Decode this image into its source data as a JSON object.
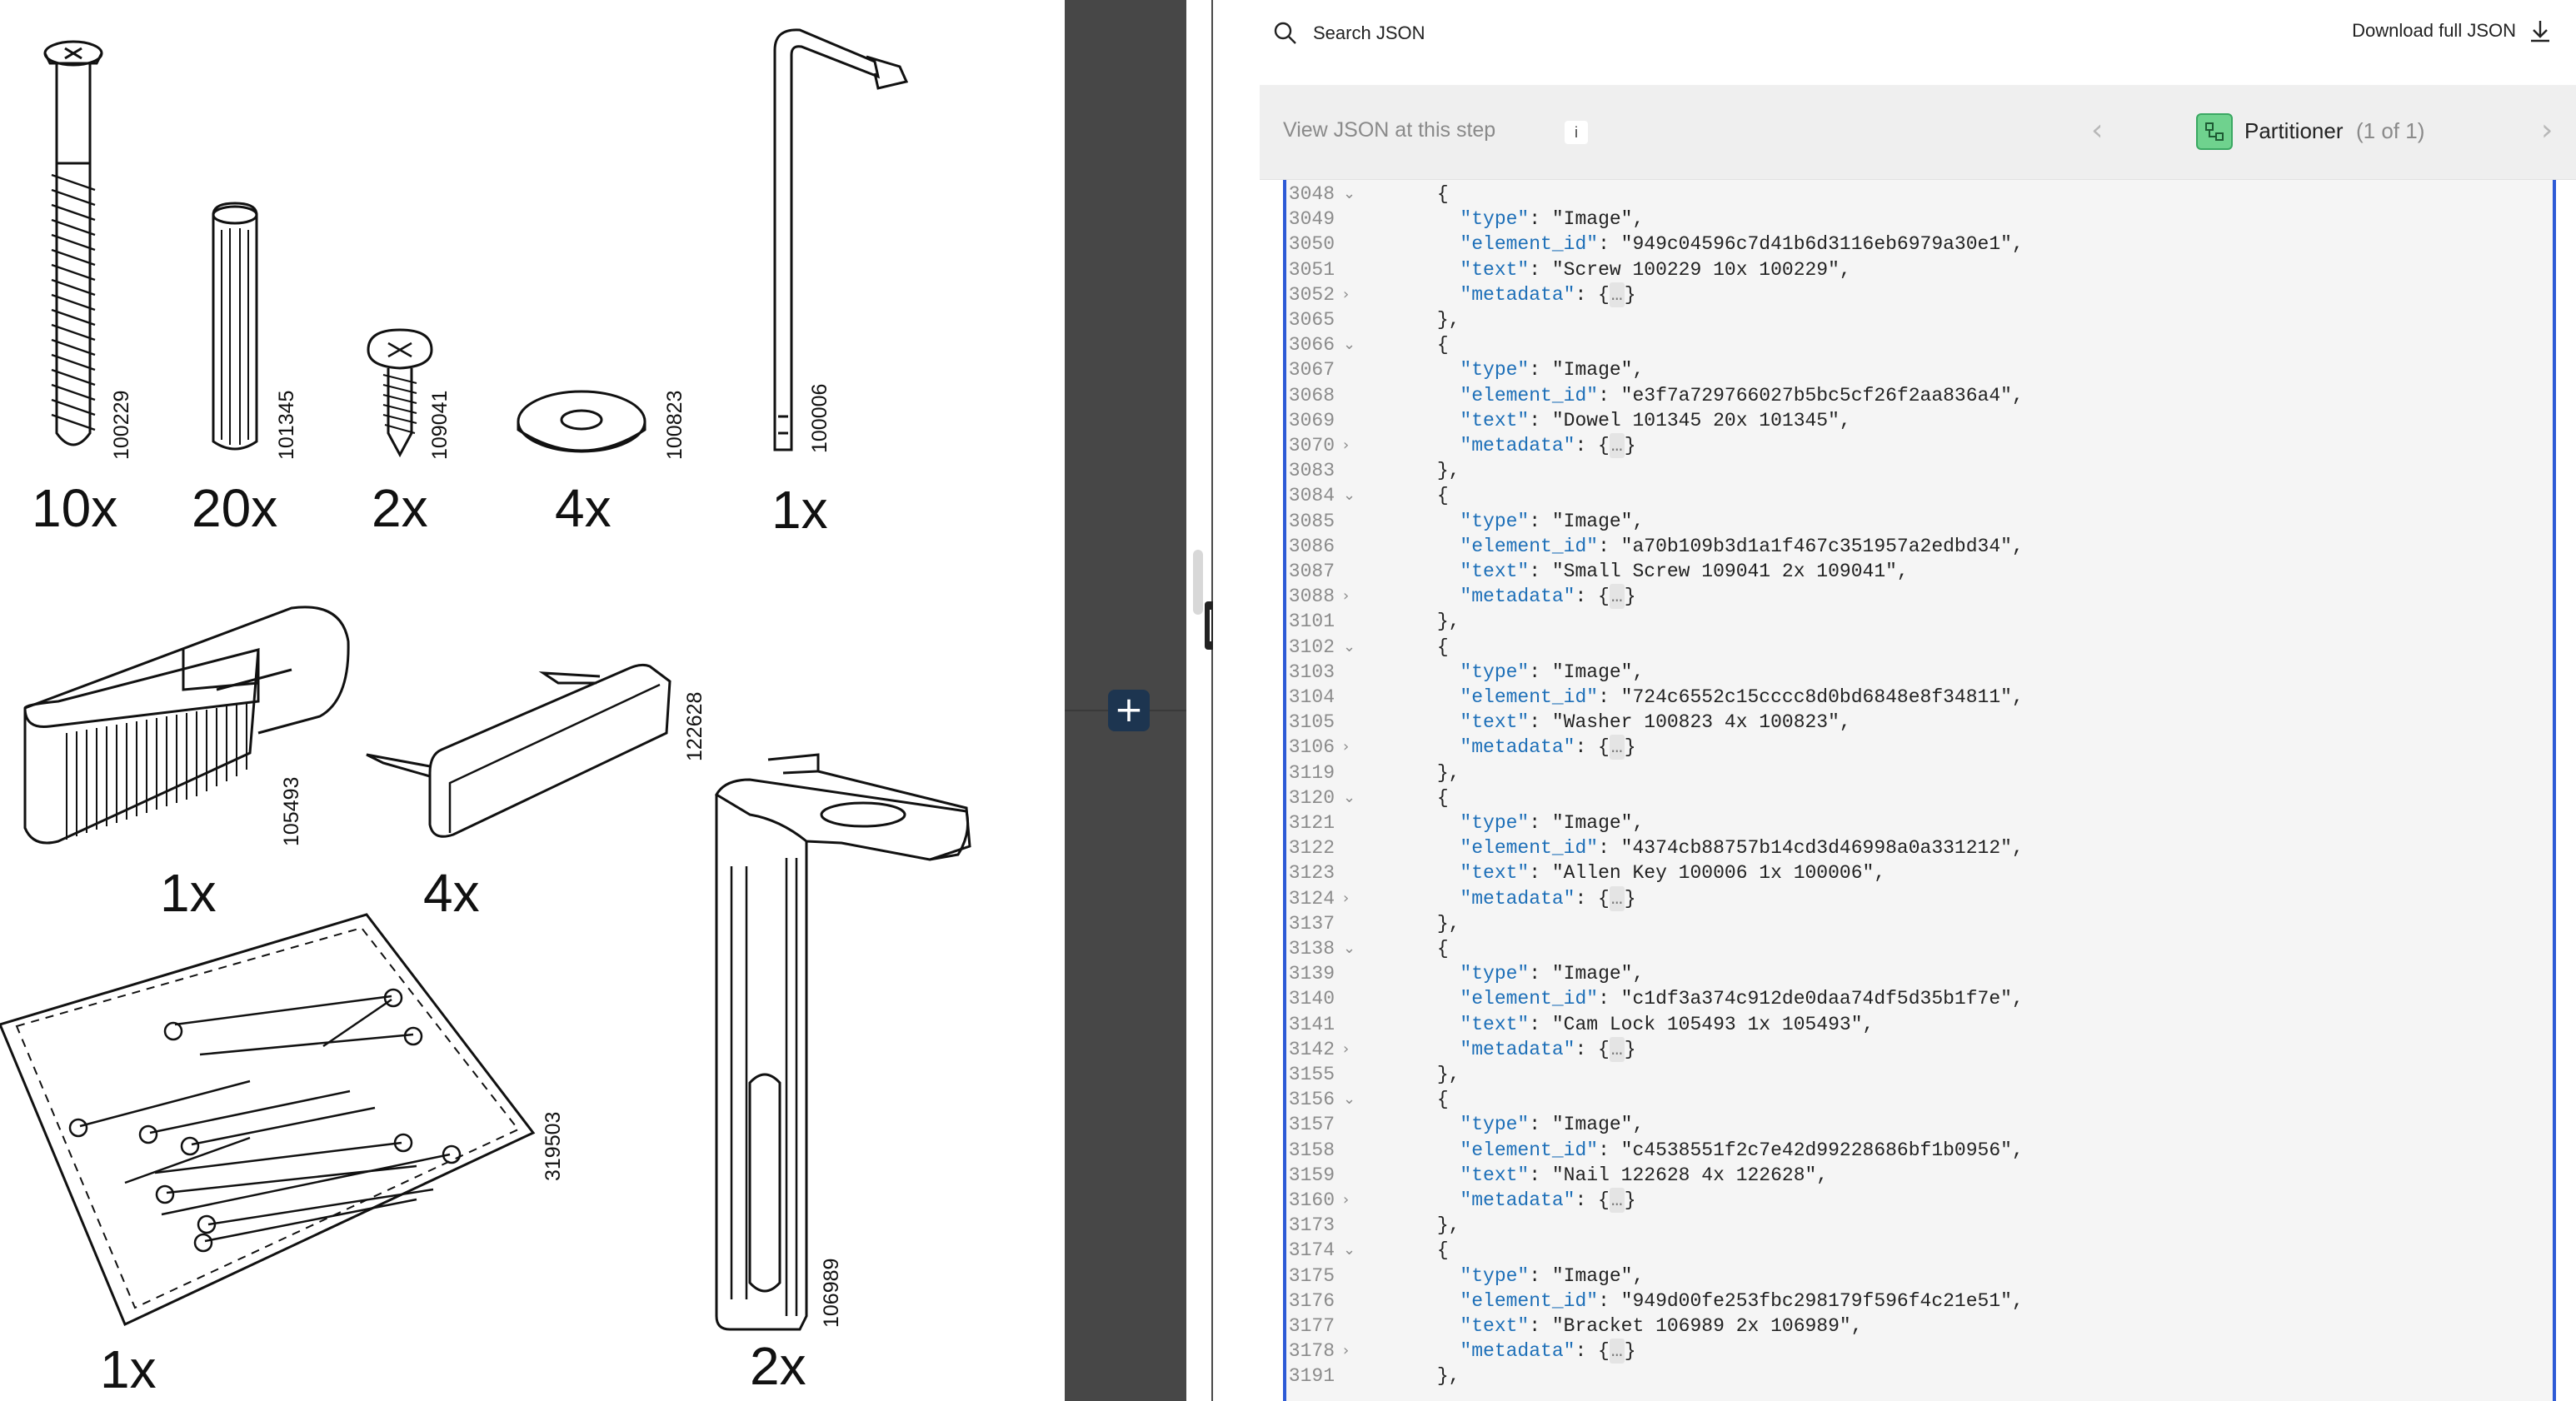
{
  "document": {
    "parts": [
      {
        "quantity": "10x",
        "part_number": "100229",
        "name": "screw"
      },
      {
        "quantity": "20x",
        "part_number": "101345",
        "name": "dowel"
      },
      {
        "quantity": "2x",
        "part_number": "109041",
        "name": "small-screw"
      },
      {
        "quantity": "4x",
        "part_number": "100823",
        "name": "washer"
      },
      {
        "quantity": "1x",
        "part_number": "100006",
        "name": "allen-key"
      },
      {
        "quantity": "1x",
        "part_number": "105493",
        "name": "cam-lock"
      },
      {
        "quantity": "4x",
        "part_number": "122628",
        "name": "nail-pad"
      },
      {
        "quantity": "1x",
        "part_number": "319503",
        "name": "nail-bag"
      },
      {
        "quantity": "2x",
        "part_number": "106989",
        "name": "bracket"
      }
    ]
  },
  "toolbar": {
    "search_label": "Search JSON",
    "download_label": "Download full JSON",
    "step_label": "View JSON at this step",
    "info_label": "i",
    "partitioner_label": "Partitioner",
    "partitioner_count": "(1 of 1)",
    "prev_icon": "chevron-left-icon",
    "next_icon": "chevron-right-icon"
  },
  "colors": {
    "key": "#1d6fb8",
    "line_number": "#8b8b8b",
    "code_bg": "#f5f5f5",
    "accent_border": "#2d5ad6",
    "partitioner_badge": "#6fd28e",
    "gutter": "#474747"
  },
  "json_lines": [
    {
      "n": "3048",
      "chev": "⌄",
      "text": "      {"
    },
    {
      "n": "3049",
      "chev": "",
      "text": "        \"type\": \"Image\","
    },
    {
      "n": "3050",
      "chev": "",
      "text": "        \"element_id\": \"949c04596c7d41b6d3116eb6979a30e1\","
    },
    {
      "n": "3051",
      "chev": "",
      "text": "        \"text\": \"Screw 100229 10x 100229\","
    },
    {
      "n": "3052",
      "chev": "›",
      "text": "        \"metadata\": {…}"
    },
    {
      "n": "3065",
      "chev": "",
      "text": "      },"
    },
    {
      "n": "3066",
      "chev": "⌄",
      "text": "      {"
    },
    {
      "n": "3067",
      "chev": "",
      "text": "        \"type\": \"Image\","
    },
    {
      "n": "3068",
      "chev": "",
      "text": "        \"element_id\": \"e3f7a729766027b5bc5cf26f2aa836a4\","
    },
    {
      "n": "3069",
      "chev": "",
      "text": "        \"text\": \"Dowel 101345 20x 101345\","
    },
    {
      "n": "3070",
      "chev": "›",
      "text": "        \"metadata\": {…}"
    },
    {
      "n": "3083",
      "chev": "",
      "text": "      },"
    },
    {
      "n": "3084",
      "chev": "⌄",
      "text": "      {"
    },
    {
      "n": "3085",
      "chev": "",
      "text": "        \"type\": \"Image\","
    },
    {
      "n": "3086",
      "chev": "",
      "text": "        \"element_id\": \"a70b109b3d1a1f467c351957a2edbd34\","
    },
    {
      "n": "3087",
      "chev": "",
      "text": "        \"text\": \"Small Screw 109041 2x 109041\","
    },
    {
      "n": "3088",
      "chev": "›",
      "text": "        \"metadata\": {…}"
    },
    {
      "n": "3101",
      "chev": "",
      "text": "      },"
    },
    {
      "n": "3102",
      "chev": "⌄",
      "text": "      {"
    },
    {
      "n": "3103",
      "chev": "",
      "text": "        \"type\": \"Image\","
    },
    {
      "n": "3104",
      "chev": "",
      "text": "        \"element_id\": \"724c6552c15cccc8d0bd6848e8f34811\","
    },
    {
      "n": "3105",
      "chev": "",
      "text": "        \"text\": \"Washer 100823 4x 100823\","
    },
    {
      "n": "3106",
      "chev": "›",
      "text": "        \"metadata\": {…}"
    },
    {
      "n": "3119",
      "chev": "",
      "text": "      },"
    },
    {
      "n": "3120",
      "chev": "⌄",
      "text": "      {"
    },
    {
      "n": "3121",
      "chev": "",
      "text": "        \"type\": \"Image\","
    },
    {
      "n": "3122",
      "chev": "",
      "text": "        \"element_id\": \"4374cb88757b14cd3d46998a0a331212\","
    },
    {
      "n": "3123",
      "chev": "",
      "text": "        \"text\": \"Allen Key 100006 1x 100006\","
    },
    {
      "n": "3124",
      "chev": "›",
      "text": "        \"metadata\": {…}"
    },
    {
      "n": "3137",
      "chev": "",
      "text": "      },"
    },
    {
      "n": "3138",
      "chev": "⌄",
      "text": "      {"
    },
    {
      "n": "3139",
      "chev": "",
      "text": "        \"type\": \"Image\","
    },
    {
      "n": "3140",
      "chev": "",
      "text": "        \"element_id\": \"c1df3a374c912de0daa74df5d35b1f7e\","
    },
    {
      "n": "3141",
      "chev": "",
      "text": "        \"text\": \"Cam Lock 105493 1x 105493\","
    },
    {
      "n": "3142",
      "chev": "›",
      "text": "        \"metadata\": {…}"
    },
    {
      "n": "3155",
      "chev": "",
      "text": "      },"
    },
    {
      "n": "3156",
      "chev": "⌄",
      "text": "      {"
    },
    {
      "n": "3157",
      "chev": "",
      "text": "        \"type\": \"Image\","
    },
    {
      "n": "3158",
      "chev": "",
      "text": "        \"element_id\": \"c4538551f2c7e42d99228686bf1b0956\","
    },
    {
      "n": "3159",
      "chev": "",
      "text": "        \"text\": \"Nail 122628 4x 122628\","
    },
    {
      "n": "3160",
      "chev": "›",
      "text": "        \"metadata\": {…}"
    },
    {
      "n": "3173",
      "chev": "",
      "text": "      },"
    },
    {
      "n": "3174",
      "chev": "⌄",
      "text": "      {"
    },
    {
      "n": "3175",
      "chev": "",
      "text": "        \"type\": \"Image\","
    },
    {
      "n": "3176",
      "chev": "",
      "text": "        \"element_id\": \"949d00fe253fbc298179f596f4c21e51\","
    },
    {
      "n": "3177",
      "chev": "",
      "text": "        \"text\": \"Bracket 106989 2x 106989\","
    },
    {
      "n": "3178",
      "chev": "›",
      "text": "        \"metadata\": {…}"
    },
    {
      "n": "3191",
      "chev": "",
      "text": "      },"
    }
  ]
}
